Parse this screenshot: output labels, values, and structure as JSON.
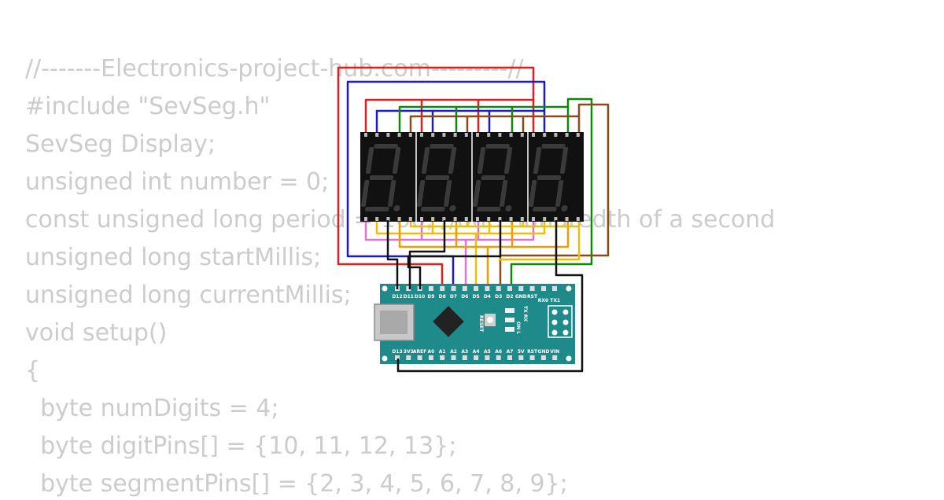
{
  "code_lines": [
    "//-------Electronics-project-hub.com---------//",
    "#include \"SevSeg.h\"",
    "SevSeg Display;",
    "unsigned int number = 0;",
    "const unsigned long period = 100; //one hundredth of a second",
    "unsigned long startMillis;",
    "unsigned long currentMillis;",
    "void setup()",
    "{",
    "  byte numDigits = 4;",
    "  byte digitPins[] = {10, 11, 12, 13};",
    "  byte segmentPins[] = {2, 3, 4, 5, 6, 7, 8, 9};"
  ],
  "arduino": {
    "top_pins": [
      "D12",
      "D11",
      "D10",
      "D9",
      "D8",
      "D7",
      "D6",
      "D5",
      "D4",
      "D3",
      "D2",
      "GND",
      "RST"
    ],
    "bottom_pins": [
      "D13",
      "3V3",
      "AREF",
      "A0",
      "A1",
      "A2",
      "A3",
      "A4",
      "A5",
      "A6",
      "A7",
      "5V",
      "RST",
      "GND",
      "VIN"
    ],
    "labels": {
      "rx_tx": "RX0 TX1",
      "tx_rx": "TX RX",
      "on_l": "ON L",
      "reset": "RESET"
    }
  },
  "colors": {
    "code_text": "#cccccc",
    "board": "#1f8a8a",
    "display_body": "#111111",
    "segment_off": "#3a3a3a",
    "wire_red": "#e02020",
    "wire_blue": "#1a1ad0",
    "wire_green": "#0a8a0a",
    "wire_brown": "#8a4a1a",
    "wire_yellow": "#f0c000",
    "wire_orange": "#f39a00",
    "wire_violet": "#e070e0",
    "wire_black": "#111111"
  }
}
